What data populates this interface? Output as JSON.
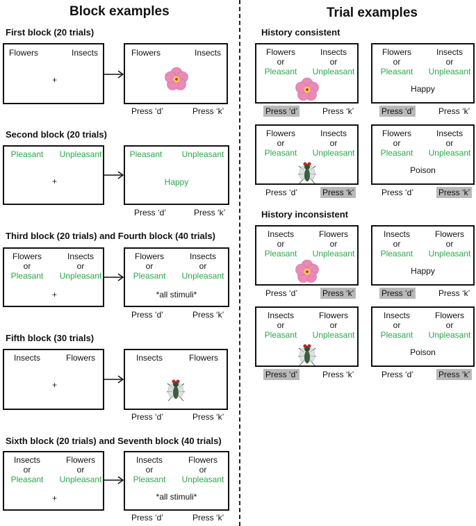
{
  "left": {
    "title": "Block examples",
    "blocks": [
      {
        "heading": "First block (20 trials)",
        "fix": {
          "l1": "Flowers",
          "r1": "Insects"
        },
        "stim": {
          "l1": "Flowers",
          "r1": "Insects",
          "center": ""
        },
        "press": {
          "d": "Press ‘d’",
          "k": "Press ‘k’"
        }
      },
      {
        "heading": "Second block (20 trials)",
        "fix": {
          "l1": "Pleasant",
          "r1": "Unpleasant"
        },
        "stim": {
          "l1": "Pleasant",
          "r1": "Unpleasant",
          "center": "Happy"
        },
        "press": {
          "d": "Press ‘d’",
          "k": "Press ‘k’"
        }
      },
      {
        "heading": "Third block (20 trials) and Fourth block (40 trials)",
        "fix": {
          "l1": "Flowers",
          "l2": "or",
          "l3": "Pleasant",
          "r1": "Insects",
          "r2": "or",
          "r3": "Unpleasant"
        },
        "stim": {
          "l1": "Flowers",
          "l2": "or",
          "l3": "Pleasant",
          "r1": "Insects",
          "r2": "or",
          "r3": "Unpleasant",
          "center": "*all stimuli*"
        },
        "press": {
          "d": "Press ‘d’",
          "k": "Press ‘k’"
        }
      },
      {
        "heading": "Fifth block (30 trials)",
        "fix": {
          "l1": "Insects",
          "r1": "Flowers"
        },
        "stim": {
          "l1": "Insects",
          "r1": "Flowers",
          "center": ""
        },
        "press": {
          "d": "Press ‘d’",
          "k": "Press ‘k’"
        }
      },
      {
        "heading": "Sixth block (20 trials) and Seventh block (40 trials)",
        "fix": {
          "l1": "Insects",
          "l2": "or",
          "l3": "Pleasant",
          "r1": "Flowers",
          "r2": "or",
          "r3": "Unpleasant"
        },
        "stim": {
          "l1": "Insects",
          "l2": "or",
          "l3": "Pleasant",
          "r1": "Flowers",
          "r2": "or",
          "r3": "Unpleasant",
          "center": "*all stimuli*"
        },
        "press": {
          "d": "Press ‘d’",
          "k": "Press ‘k’"
        }
      }
    ],
    "fixation": "+"
  },
  "right": {
    "title": "Trial examples",
    "sections": [
      {
        "heading": "History consistent",
        "labels": {
          "l1": "Flowers",
          "l2": "or",
          "l3": "Pleasant",
          "r1": "Insects",
          "r2": "or",
          "r3": "Unpleasant"
        },
        "trials": [
          {
            "stim": "flower",
            "word": "",
            "press_d": "Press ‘d’",
            "press_k": "Press ‘k’",
            "highlight": "d"
          },
          {
            "stim": "",
            "word": "Happy",
            "press_d": "Press ‘d’",
            "press_k": "Press ‘k’",
            "highlight": "d"
          },
          {
            "stim": "fly",
            "word": "",
            "press_d": "Press ‘d’",
            "press_k": "Press ‘k’",
            "highlight": "k"
          },
          {
            "stim": "",
            "word": "Poison",
            "press_d": "Press ‘d’",
            "press_k": "Press ‘k’",
            "highlight": "k"
          }
        ]
      },
      {
        "heading": "History inconsistent",
        "labels": {
          "l1": "Insects",
          "l2": "or",
          "l3": "Pleasant",
          "r1": "Flowers",
          "r2": "or",
          "r3": "Unpleasant"
        },
        "trials": [
          {
            "stim": "flower",
            "word": "",
            "press_d": "Press ‘d’",
            "press_k": "Press ‘k’",
            "highlight": "k"
          },
          {
            "stim": "",
            "word": "Happy",
            "press_d": "Press ‘d’",
            "press_k": "Press ‘k’",
            "highlight": "d"
          },
          {
            "stim": "fly",
            "word": "",
            "press_d": "Press ‘d’",
            "press_k": "Press ‘k’",
            "highlight": "d"
          },
          {
            "stim": "",
            "word": "Poison",
            "press_d": "Press ‘d’",
            "press_k": "Press ‘k’",
            "highlight": "k"
          }
        ]
      }
    ]
  },
  "colors": {
    "category_green": "#2aa848",
    "highlight_gray": "#b9b9b9"
  },
  "icons": {
    "flower": "flower-icon",
    "fly": "fly-icon"
  }
}
